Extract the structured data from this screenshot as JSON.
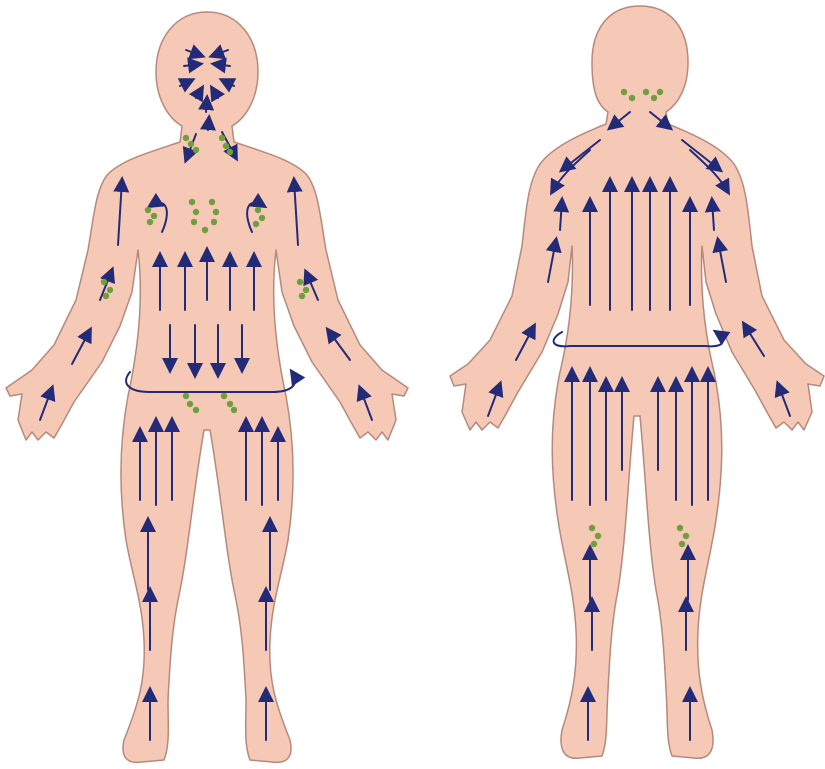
{
  "diagram": {
    "views": [
      {
        "id": "front",
        "name": "front-body"
      },
      {
        "id": "back",
        "name": "back-body"
      }
    ],
    "colors": {
      "skin": "#f6c8b6",
      "outline": "#b58a7c",
      "arrow": "#232a78",
      "lymph_node": "#6f9e3c",
      "background": "#ffffff"
    },
    "marker_meaning": {
      "arrows": "direction-of-lymph-flow",
      "green-dots": "lymph-node-clusters"
    }
  }
}
